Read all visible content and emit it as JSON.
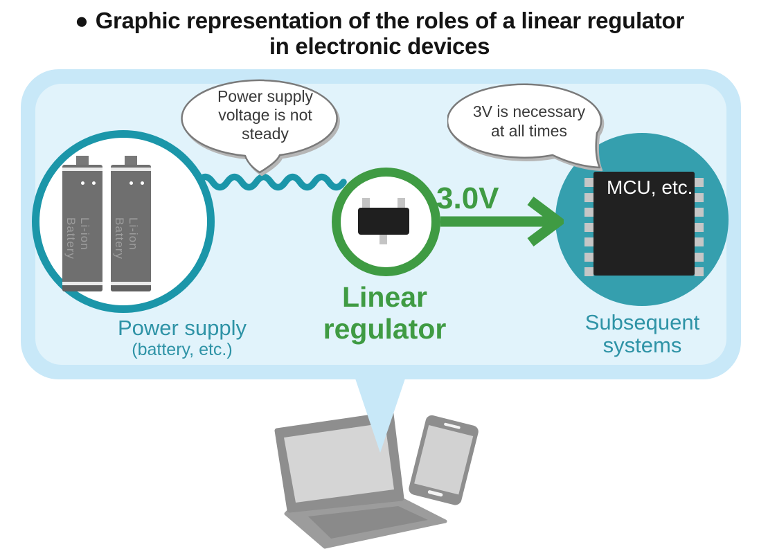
{
  "colors": {
    "accent_teal": "#1b96a9",
    "teal_fill": "#359fae",
    "teal_text": "#2e93a6",
    "accent_green": "#3f9b43",
    "panel_border_blue": "#c8e8f8",
    "panel_fill_blue": "#e1f3fb",
    "device_gray": "#8e8e8e",
    "chip_black": "#212121"
  },
  "title": {
    "bullet": "●",
    "line1": "Graphic representation of the roles of a linear regulator",
    "line2": "in electronic devices"
  },
  "power_supply": {
    "bubble_lines": [
      "Power supply",
      "voltage is not",
      "steady"
    ],
    "battery_label": "Li-ion Battery",
    "label": "Power supply",
    "sublabel": "(battery, etc.)"
  },
  "regulator": {
    "label_line1": "Linear",
    "label_line2": "regulator",
    "output_voltage": "3.0V"
  },
  "subsequent": {
    "bubble_lines": [
      "3V is necessary",
      "at all times"
    ],
    "chip_label": "MCU, etc.",
    "chip_pins_per_side": 7,
    "label_line1": "Subsequent",
    "label_line2": "systems"
  },
  "icons": {
    "battery": "battery-icon",
    "transistor": "transistor-icon",
    "mcu_chip": "mcu-chip-icon",
    "wave": "unstable-voltage-wave-icon",
    "arrow": "output-arrow-icon",
    "laptop": "laptop-icon",
    "smartphone": "smartphone-icon"
  }
}
